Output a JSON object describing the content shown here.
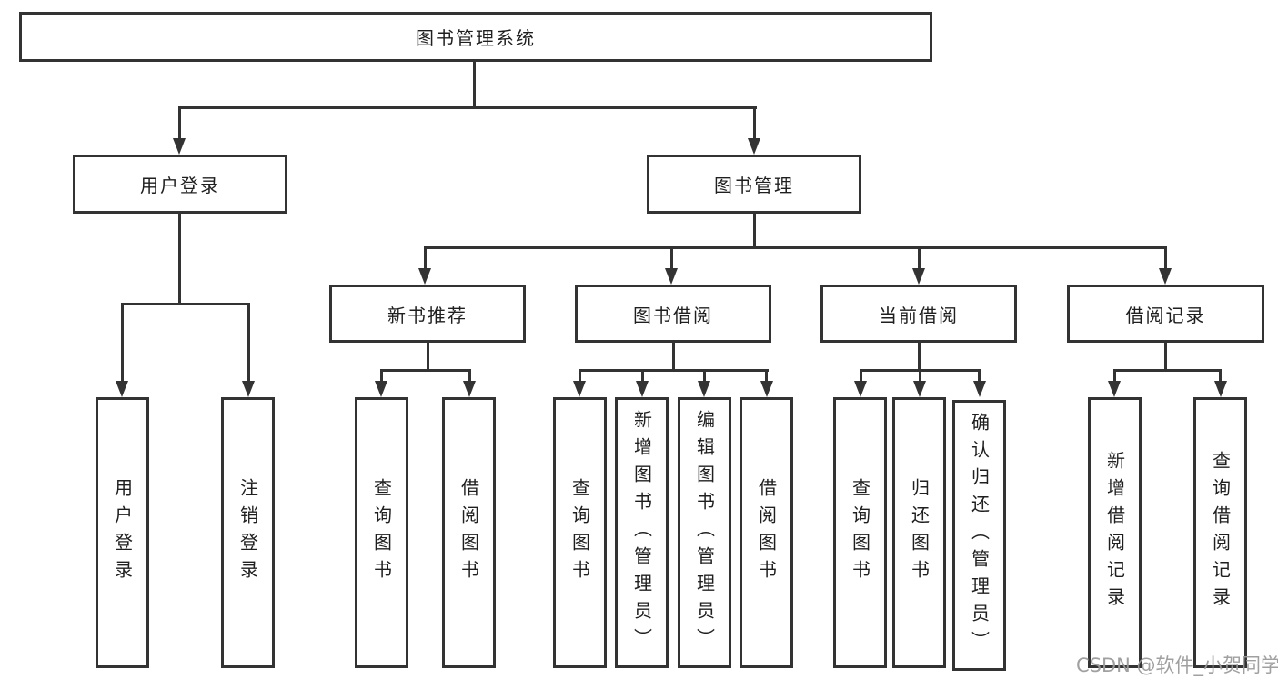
{
  "diagram": {
    "type": "hierarchy-tree",
    "root": {
      "label": "图书管理系统",
      "children": [
        {
          "label": "用户登录",
          "children": [
            {
              "label": "用户登录"
            },
            {
              "label": "注销登录"
            }
          ]
        },
        {
          "label": "图书管理",
          "children": [
            {
              "label": "新书推荐",
              "children": [
                {
                  "label": "查询图书"
                },
                {
                  "label": "借阅图书"
                }
              ]
            },
            {
              "label": "图书借阅",
              "children": [
                {
                  "label": "查询图书"
                },
                {
                  "label": "新增图书（管理员）"
                },
                {
                  "label": "编辑图书（管理员）"
                },
                {
                  "label": "借阅图书"
                }
              ]
            },
            {
              "label": "当前借阅",
              "children": [
                {
                  "label": "查询图书"
                },
                {
                  "label": "归还图书"
                },
                {
                  "label": "确认归还（管理员）"
                }
              ]
            },
            {
              "label": "借阅记录",
              "children": [
                {
                  "label": "新增借阅记录"
                },
                {
                  "label": "查询借阅记录"
                }
              ]
            }
          ]
        }
      ]
    },
    "colors": {
      "line": "#333333",
      "text": "#1f1f1f",
      "background": "#ffffff",
      "watermark": "#9b9b9b"
    }
  },
  "watermark": {
    "text": "CSDN @软件_小贺同学"
  }
}
